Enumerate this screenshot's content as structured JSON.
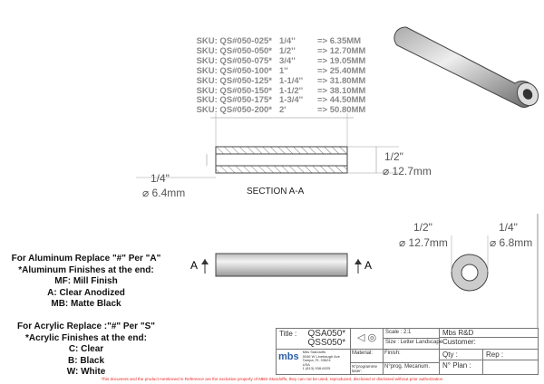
{
  "sku_table": [
    {
      "sku": "SKU: QS#050-025*",
      "inch": "1/4''",
      "mm": "=> 6.35MM"
    },
    {
      "sku": "SKU: QS#050-050*",
      "inch": "1/2''",
      "mm": "=> 12.70MM"
    },
    {
      "sku": "SKU: QS#050-075*",
      "inch": "3/4''",
      "mm": "=> 19.05MM"
    },
    {
      "sku": "SKU: QS#050-100*",
      "inch": "1''",
      "mm": "=> 25.40MM"
    },
    {
      "sku": "SKU: QS#050-125*",
      "inch": "1-1/4''",
      "mm": "=> 31.80MM"
    },
    {
      "sku": "SKU: QS#050-150*",
      "inch": "1-1/2''",
      "mm": "=> 38.10MM"
    },
    {
      "sku": "SKU: QS#050-175*",
      "inch": "1-3/4''",
      "mm": "=> 44.50MM"
    },
    {
      "sku": "SKU: QS#050-200*",
      "inch": "2'",
      "mm": "=> 50.80MM"
    }
  ],
  "section": {
    "label": "SECTION A-A",
    "outer_in": "1/2\"",
    "outer_mm": "⌀ 12.7mm",
    "inner_in": "1/4\"",
    "inner_mm": "⌀ 6.4mm"
  },
  "end_view": {
    "outer_in": "1/2\"",
    "outer_mm": "⌀ 12.7mm",
    "inner_in": "1/4\"",
    "inner_mm": "⌀ 6.8mm"
  },
  "section_marker": "A",
  "notes": [
    "For Aluminum Replace \"#\" Per \"A\"",
    "*Aluminum Finishes at the end:",
    "MF: Mill Finish",
    "A: Clear Anodized",
    "MB: Matte Black",
    "",
    "For Acrylic Replace :\"#\" Per \"S\"",
    "*Acrylic Finishes at the end:",
    "C: Clear",
    "B: Black",
    "W: White"
  ],
  "title_block": {
    "title_label": "Title :",
    "title1": "QSA050*",
    "title2": "QSS050*",
    "scale": "Scale : 2:1",
    "size": "Size : Letter Landscape",
    "company": "Mbs R&D",
    "customer": "Customer:",
    "material": "Material:",
    "finish": "Finish:",
    "laser": "N°programme laser:",
    "prog": "N°prog. Mecanum.",
    "qty": "Qty :",
    "rep": "Rep :",
    "plan": "N° Plan :",
    "logo": "mbs",
    "address": [
      "Mbs Standoffs",
      "5046 W Linebaugh Ave",
      "Tampa, FL 33624",
      "USA",
      "1 (813) 938-6025"
    ]
  },
  "footer": "This document and the product mentioned in Reference are the exclusive property of MBS-Standoffs, they can not be used, reproduced, disclosed or disclosed without prior authorization"
}
